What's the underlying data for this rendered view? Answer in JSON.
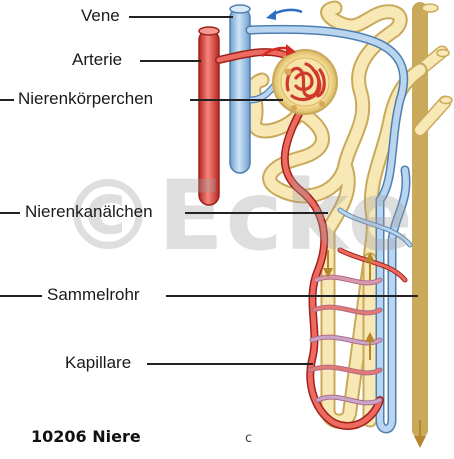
{
  "labels": {
    "vene": "Vene",
    "arterie": "Arterie",
    "nierenkoerperchen": "Nierenkörperchen",
    "nierenkanaelchen": "Nierenkanälchen",
    "sammelrohr": "Sammelrohr",
    "kapillare": "Kapillare"
  },
  "caption": "10206 Niere",
  "corner_mark": "c",
  "watermark": "©Ecke",
  "colors": {
    "vein": "#9cc3e6",
    "vein_stroke": "#5b88b8",
    "artery": "#e0473e",
    "artery_stroke": "#a82820",
    "tubule": "#f5e3a6",
    "tubule_stroke": "#c9a95a",
    "flow_arrow_blue": "#2a6fc4",
    "flow_arrow_red": "#d62a22",
    "flow_arrow_tubule": "#b5862a"
  },
  "icons": {
    "vein_flow_arrow": "arrow-left-icon",
    "artery_flow_arrow": "arrow-right-icon",
    "collecting_duct_arrow": "arrow-down-icon"
  }
}
